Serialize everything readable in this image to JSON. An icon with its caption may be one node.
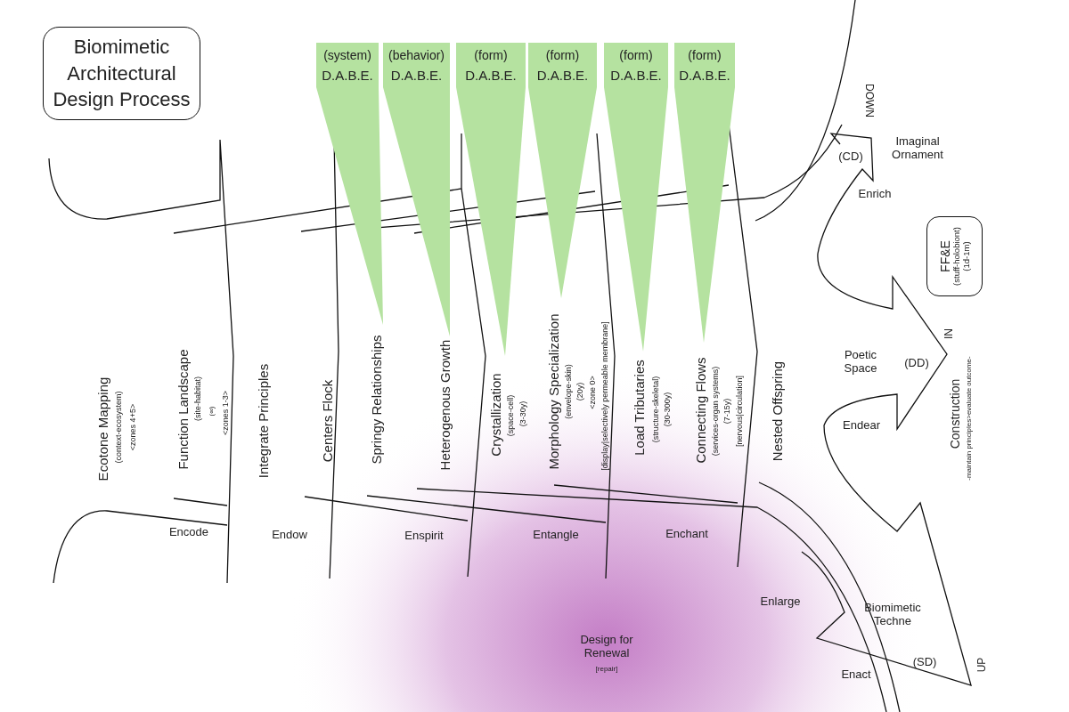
{
  "diagram": {
    "nodes": [
      {
        "text": [
          "Biomimetic Architectural Design Process"
        ]
      },
      {
        "text": [
          "(system)",
          "D.A.B.E."
        ]
      },
      {
        "text": [
          "(behavior)",
          "D.A.B.E."
        ]
      },
      {
        "text": [
          "(form)",
          "D.A.B.E."
        ]
      },
      {
        "text": [
          "(form)",
          "D.A.B.E."
        ]
      },
      {
        "text": [
          "(form)",
          "D.A.B.E."
        ]
      },
      {
        "text": [
          "(form)",
          "D.A.B.E."
        ]
      },
      {
        "text": [
          "FF&E",
          "(stuff-holobiont)",
          "(1d-1m)"
        ]
      }
    ],
    "labels": [
      "DOWN",
      "Imaginal Ornament",
      "(CD)",
      "Enrich",
      "Ecotone Mapping",
      "(context-ecosystem)",
      "<zones 4+5>",
      "Function Landscape",
      "(site-habitat)",
      "(∞)",
      "<zones 1-3>",
      "Integrate Principles",
      "Centers Flock",
      "Springy Relationships",
      "Heterogenous Growth",
      "Crystallization",
      "(space-cell)",
      "(3-30y)",
      "Morphology Specialization",
      "(envelope-skin)",
      "(20y)",
      "<zone 0>",
      "[display|selectively permeable membrane]",
      "Load Tributaries",
      "(structure-skeletal)",
      "(30-300y)",
      "Connecting Flows",
      "(services-organ systems)",
      "(7-15y)",
      "[nervous|circulation]",
      "Nested Offspring",
      "Poetic Space",
      "(DD)",
      "IN",
      "Construction",
      "-maintain principles>evaluate outcome-",
      "Endear",
      "Encode",
      "Endow",
      "Enspirit",
      "Entangle",
      "Enchant",
      "Enlarge",
      "Biomimetic Techne",
      "(SD)",
      "UP",
      "Enact",
      "Design for Renewal",
      "[repair]"
    ]
  }
}
